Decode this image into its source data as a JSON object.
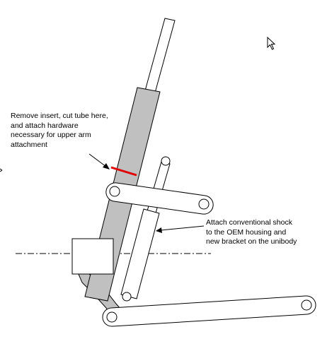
{
  "annotations": {
    "cut_tube": {
      "lines": [
        "Remove insert, cut tube here,",
        "and attach hardware",
        "necessary for upper arm",
        "attachment"
      ]
    },
    "shock": {
      "lines": [
        "Attach conventional shock",
        "to the OEM housing and",
        "new bracket on the unibody"
      ]
    }
  },
  "colors": {
    "strut_body": "#c0c0c0",
    "cut_mark": "#e00000",
    "outline": "#000000",
    "background": "#ffffff"
  }
}
